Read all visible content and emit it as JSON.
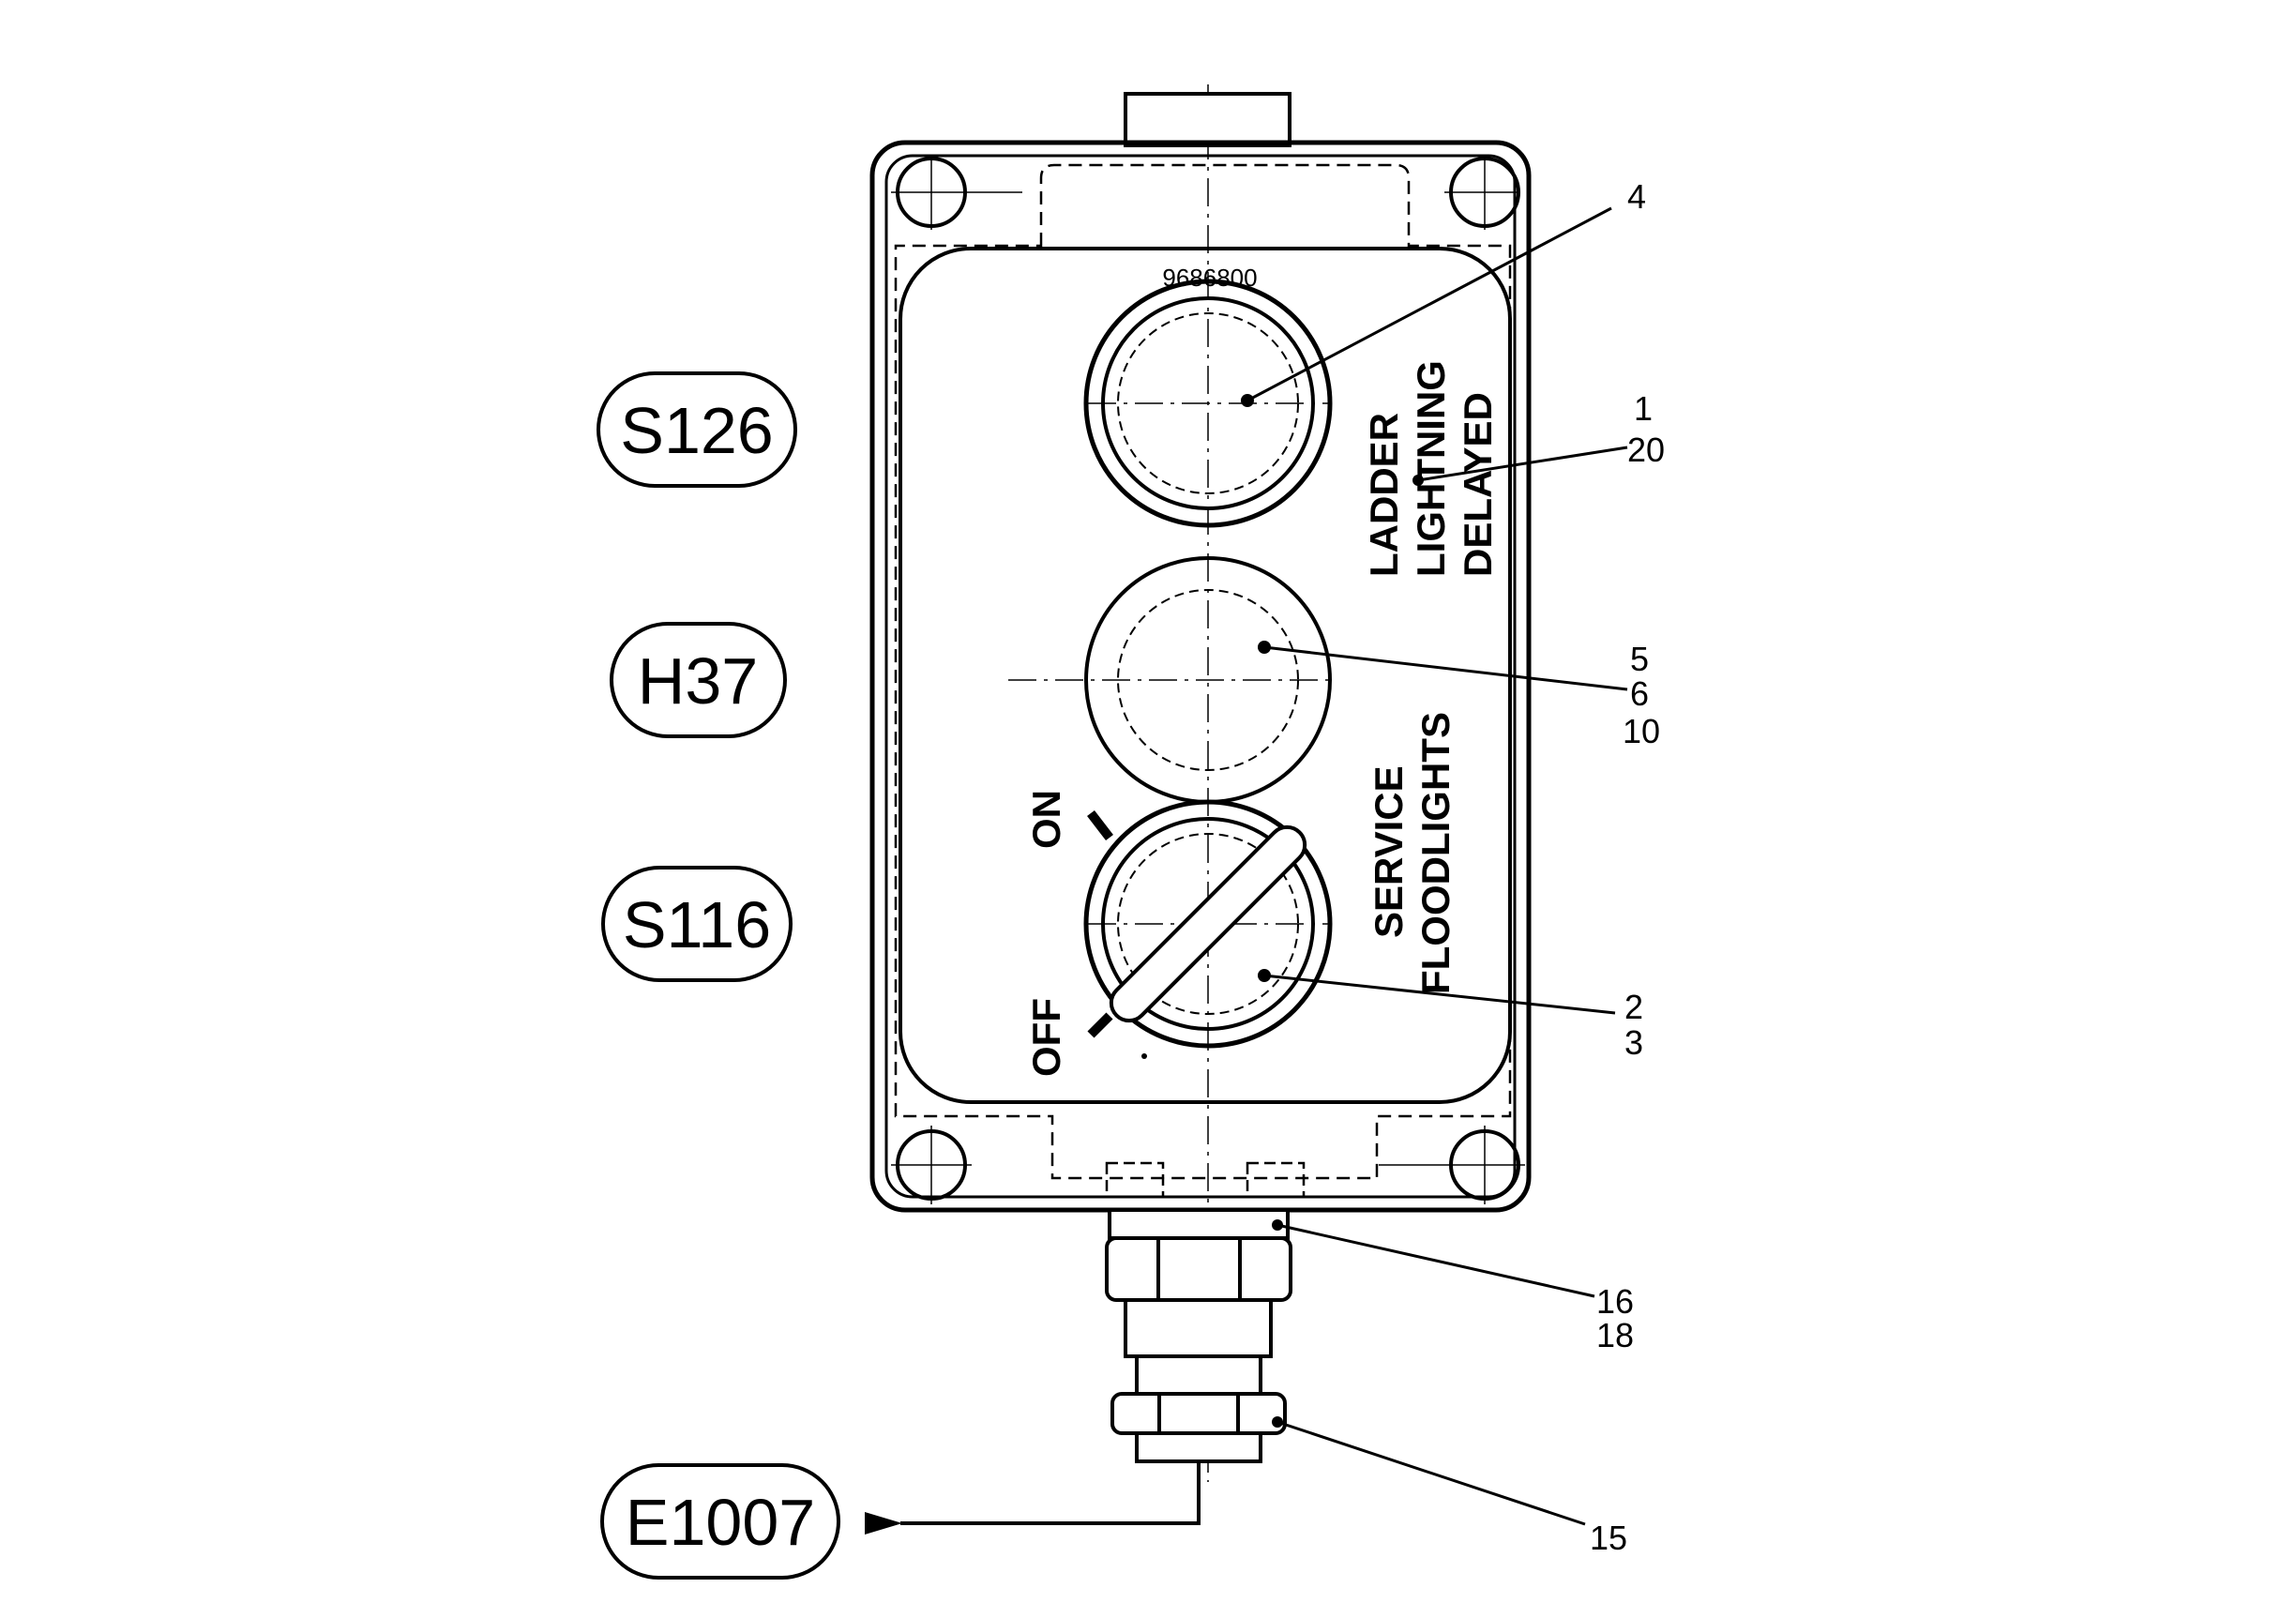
{
  "components": [
    {
      "id": "S126",
      "label": "S126"
    },
    {
      "id": "H37",
      "label": "H37"
    },
    {
      "id": "S116",
      "label": "S116"
    },
    {
      "id": "E1007",
      "label": "E1007"
    }
  ],
  "part_number": "9686800",
  "panel_text": {
    "ladder": "LADDER",
    "lightning": "LIGHTNING",
    "delayed": "DELAYED",
    "service": "SERVICE",
    "floodlights": "FLOODLIGHTS"
  },
  "switch_positions": {
    "on": "ON",
    "off": "OFF"
  },
  "callouts": {
    "c4": [
      "4"
    ],
    "c1": [
      "1",
      "20"
    ],
    "c5": [
      "5",
      "6",
      "10"
    ],
    "c2": [
      "2",
      "3"
    ],
    "c16": [
      "16",
      "18"
    ],
    "c15": [
      "15"
    ]
  }
}
